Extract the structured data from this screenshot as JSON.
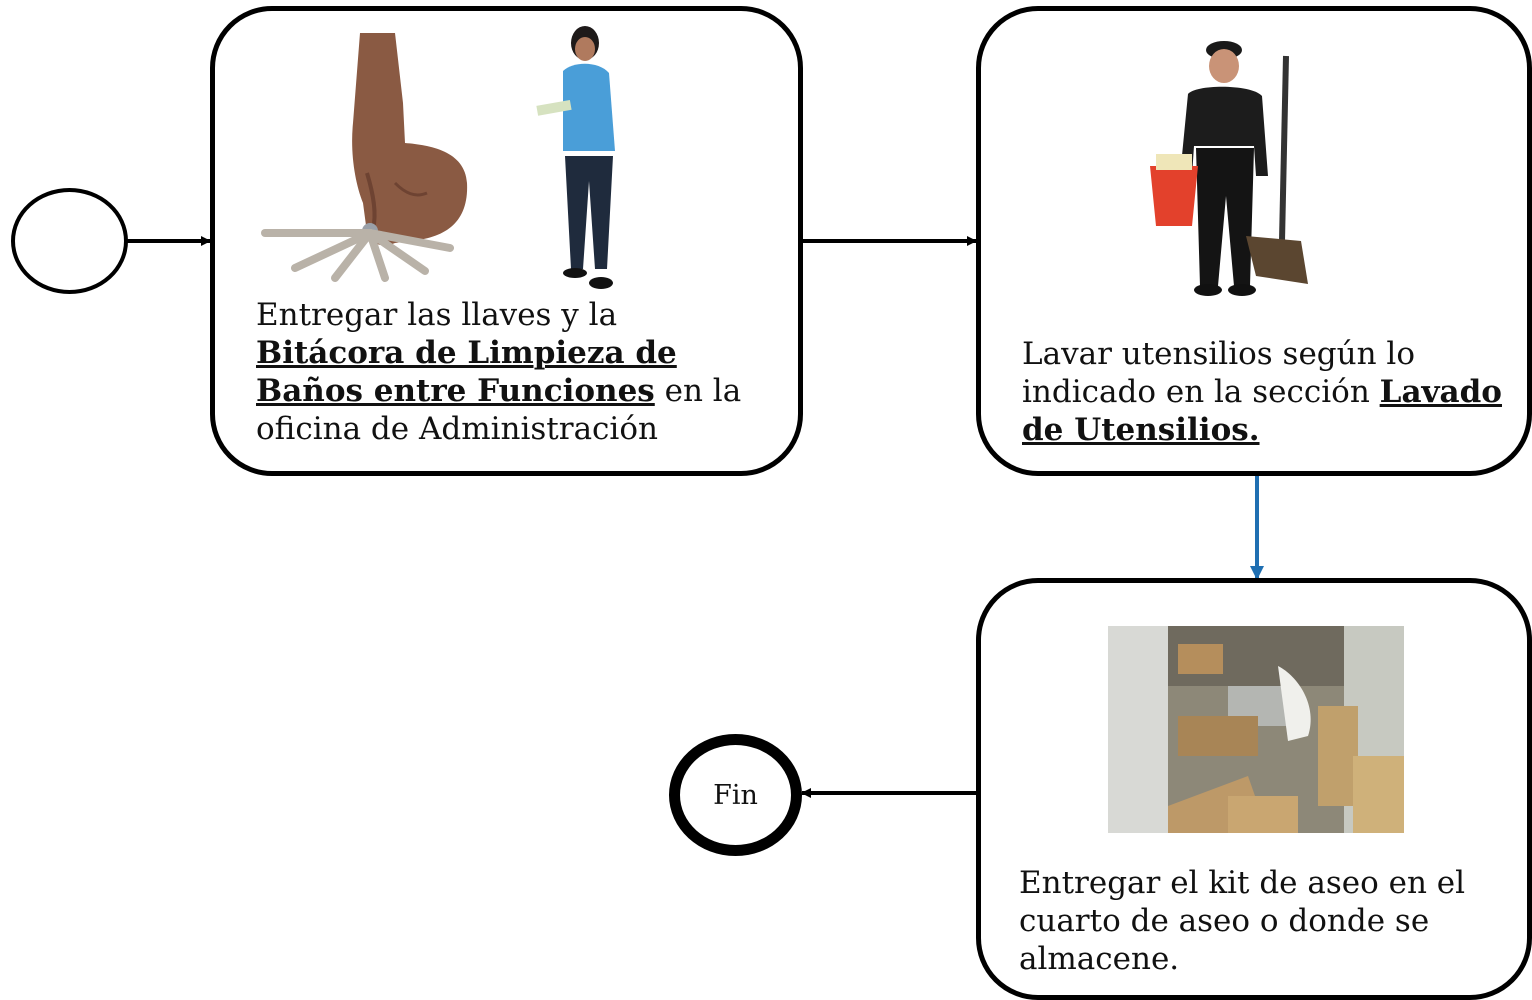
{
  "start": {
    "label": ""
  },
  "steps": [
    {
      "id": "entregar-llaves",
      "text_before": "Entregar las llaves y la ",
      "link": "Bitácora de Limpieza de Baños entre Funciones",
      "text_after": " en la oficina de Administración",
      "images": [
        "keys-hand-photo",
        "woman-with-clipboard-photo"
      ]
    },
    {
      "id": "lavar-utensilios",
      "text_before": "Lavar utensilios según lo indicado en la sección ",
      "link": "Lavado de Utensilios.",
      "text_after": "",
      "images": [
        "worker-with-bucket-and-dustpan-photo"
      ]
    },
    {
      "id": "entregar-kit",
      "text_before": "Entregar el kit de aseo en el cuarto de aseo o donde se almacene.",
      "link": "",
      "text_after": "",
      "images": [
        "storage-room-photo"
      ]
    }
  ],
  "end": {
    "label": "Fin"
  },
  "colors": {
    "line": "#000000",
    "connector_down": "#1f6fb2"
  }
}
